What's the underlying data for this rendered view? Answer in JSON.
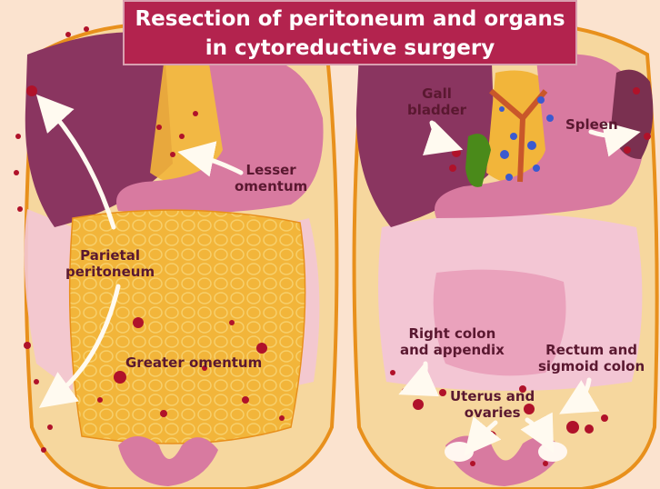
{
  "title": {
    "line1": "Resection of peritoneum and organs",
    "line2": "in cytoreductive surgery"
  },
  "left_panel": {
    "lesser_omentum": [
      "Lesser",
      "omentum"
    ],
    "parietal_peritoneum": [
      "Parietal",
      "peritoneum"
    ],
    "greater_omentum": "Greater omentum"
  },
  "right_panel": {
    "gall_bladder": [
      "Gall",
      "bladder"
    ],
    "spleen": "Spleen",
    "right_colon": [
      "Right colon",
      "and appendix"
    ],
    "rectum_sigmoid": [
      "Rectum and",
      "sigmoid colon"
    ],
    "uterus_ovaries": [
      "Uterus and",
      "ovaries"
    ]
  },
  "colors": {
    "background": "#fbe3cf",
    "banner": "#b3234e",
    "label_text": "#5a1830",
    "liver": "#8a3560",
    "stomach": "#d87aa0",
    "omentum": "#f2b53a",
    "intestine": "#f3c6d4",
    "spleen": "#7a3050",
    "gall_bladder": "#4a8a1a",
    "nodule_red": "#b0122a",
    "nodule_blue": "#3a5ad0",
    "body_outline": "#e8901c"
  }
}
